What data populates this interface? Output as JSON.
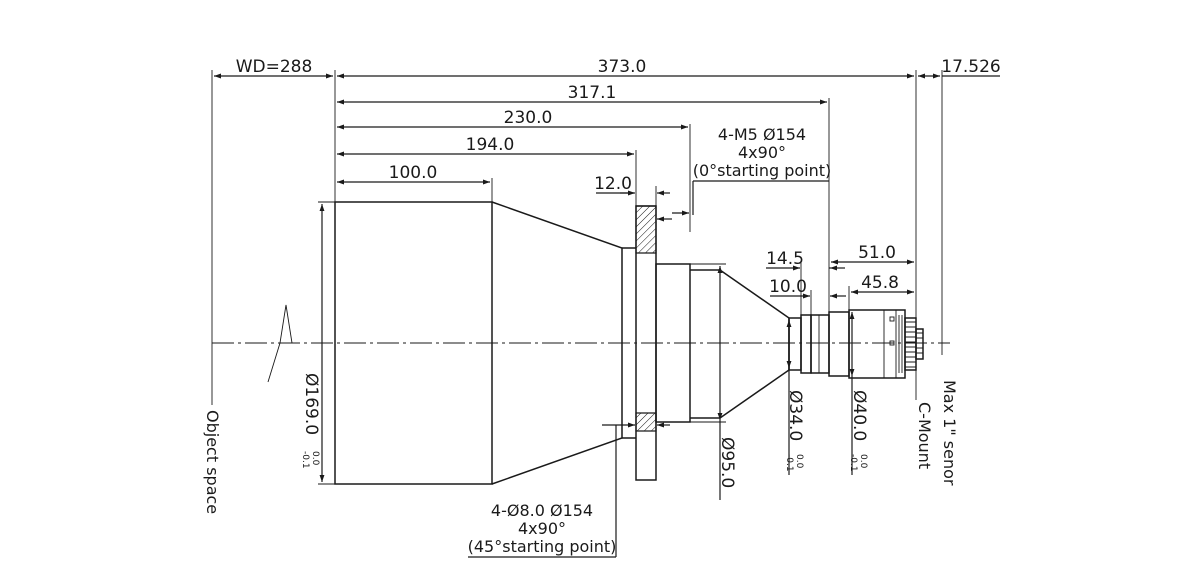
{
  "dimensions": {
    "wd": "WD=288",
    "total": "373.0",
    "back": "17.526",
    "d317": "317.1",
    "d230": "230.0",
    "d194": "194.0",
    "d100": "100.0",
    "d12": "12.0",
    "d14_5": "14.5",
    "d10": "10.0",
    "d51": "51.0",
    "d45_8": "45.8"
  },
  "diameters": {
    "d169": "Ø169.0",
    "d169_tol_upper": "0.0",
    "d169_tol_lower": "-0.1",
    "d95": "Ø95.0",
    "d34": "Ø34.0",
    "d34_tol_upper": "0.0",
    "d34_tol_lower": "-0.1",
    "d40": "Ø40.0",
    "d40_tol_upper": "0.0",
    "d40_tol_lower": "-0.1"
  },
  "notes": {
    "m5_line1": "4-M5 Ø154",
    "m5_line2": "4x90°",
    "m5_line3": "(0°starting point)",
    "hole_line1": "4-Ø8.0  Ø154",
    "hole_line2": "4x90°",
    "hole_line3": "(45°starting point)"
  },
  "labels": {
    "object_space": "Object space",
    "c_mount": "C-Mount",
    "sensor": "Max 1\" senor"
  }
}
